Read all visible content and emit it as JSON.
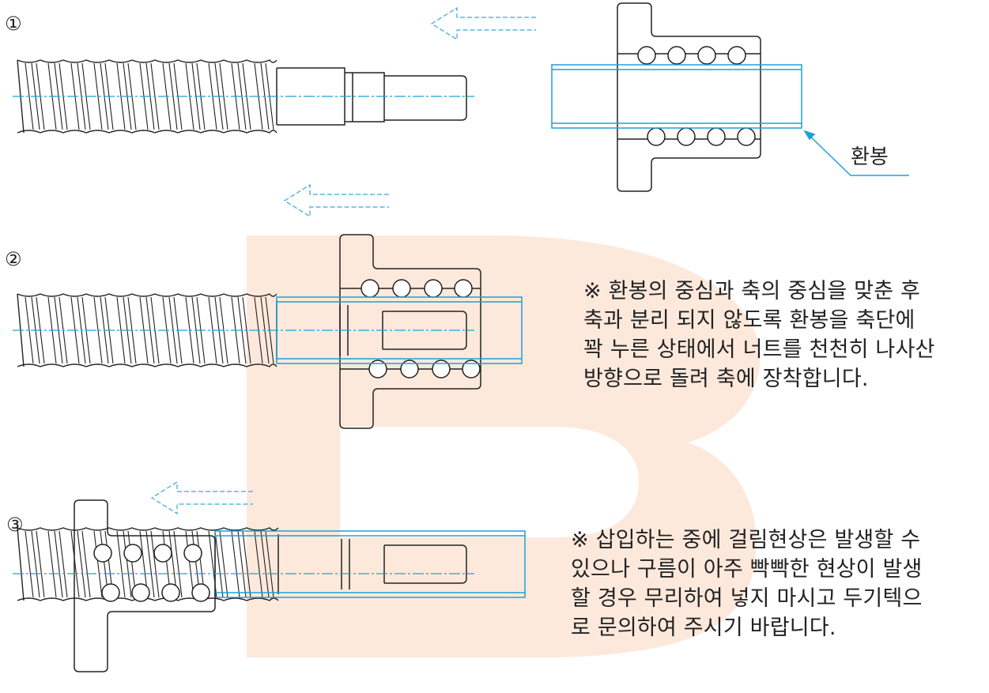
{
  "steps": [
    {
      "marker": "①"
    },
    {
      "marker": "②"
    },
    {
      "marker": "③"
    }
  ],
  "callout": {
    "label": "환봉"
  },
  "notes": [
    {
      "lines": [
        "※ 환봉의 중심과 축의 중심을 맞춘 후",
        "축과 분리 되지 않도록 환봉을 축단에",
        "꽉 누른 상태에서 너트를 천천히 나사산",
        "방향으로 돌려 축에 장착합니다."
      ]
    },
    {
      "lines": [
        "※ 삽입하는 중에 걸림현상은 발생할 수",
        "있으나 구름이 아주 빡빡한 현상이 발생",
        "할 경우 무리하여 넣지 마시고 두기텍으",
        "로 문의하여 주시기 바랍니다."
      ]
    }
  ],
  "colors": {
    "line": "#222222",
    "rod": "#1ea0d8",
    "arrow": "#3aa6dc",
    "watermark": "#fde9dc"
  }
}
